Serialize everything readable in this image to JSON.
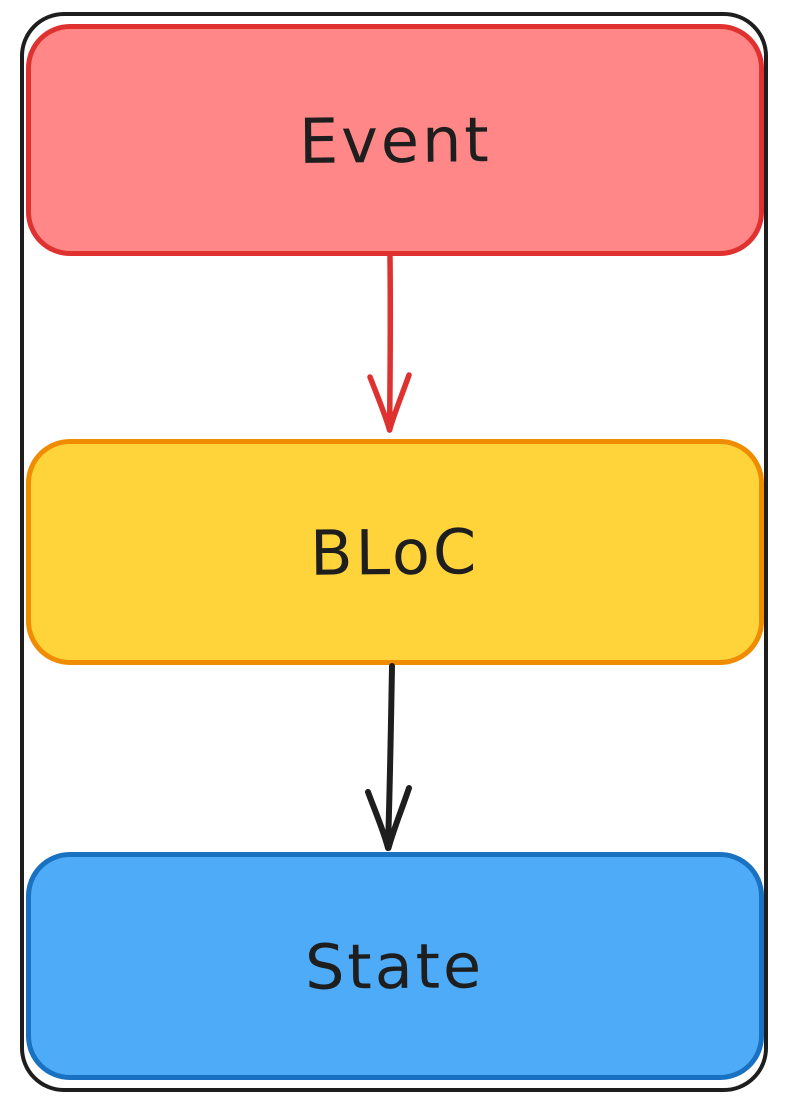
{
  "diagram": {
    "type": "flowchart",
    "background": "#ffffff",
    "frame": {
      "stroke": "#1e1e1e"
    },
    "nodes": [
      {
        "id": "event",
        "label": "Event",
        "fill": "#ff8787",
        "stroke": "#e03131",
        "text_color": "#1e1e1e"
      },
      {
        "id": "bloc",
        "label": "BLoC",
        "fill": "#ffd43b",
        "stroke": "#f08c00",
        "text_color": "#1e1e1e"
      },
      {
        "id": "state",
        "label": "State",
        "fill": "#4dabf7",
        "stroke": "#1971c2",
        "text_color": "#1e1e1e"
      }
    ],
    "edges": [
      {
        "from": "event",
        "to": "bloc",
        "color": "#e03131",
        "direction": "down"
      },
      {
        "from": "bloc",
        "to": "state",
        "color": "#1e1e1e",
        "direction": "down"
      }
    ]
  }
}
